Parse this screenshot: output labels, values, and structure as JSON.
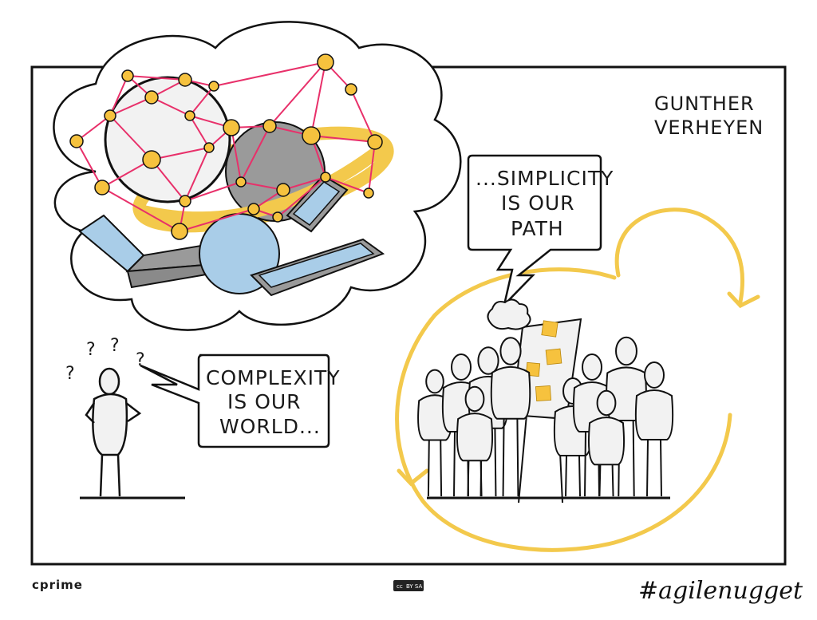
{
  "author": {
    "line1": "GUNTHER",
    "line2": "VERHEYEN"
  },
  "speech_left": {
    "line1": "COMPLEXITY",
    "line2": "IS OUR",
    "line3": "WORLD..."
  },
  "speech_right": {
    "line1": "...SIMPLICITY",
    "line2": "IS OUR",
    "line3": "PATH"
  },
  "question_marks": [
    "?",
    "?",
    "?",
    "?"
  ],
  "footer": {
    "brand": "cprime",
    "license_left": "cc",
    "license_right": "BY SA",
    "hashtag": "#agilenugget"
  },
  "colors": {
    "accent_yellow": "#f3c94c",
    "network_pink": "#e8306a",
    "node_fill": "#f6c23e",
    "device_blue": "#a9cde8",
    "grey": "#9a9a9a",
    "ink": "#1a1a1a"
  },
  "icons": [
    "network-globe-icon",
    "planet-icon",
    "laptop-icon",
    "tablet-icon",
    "phone-icon",
    "sticky-note-icon",
    "cycle-arrow-icon"
  ]
}
